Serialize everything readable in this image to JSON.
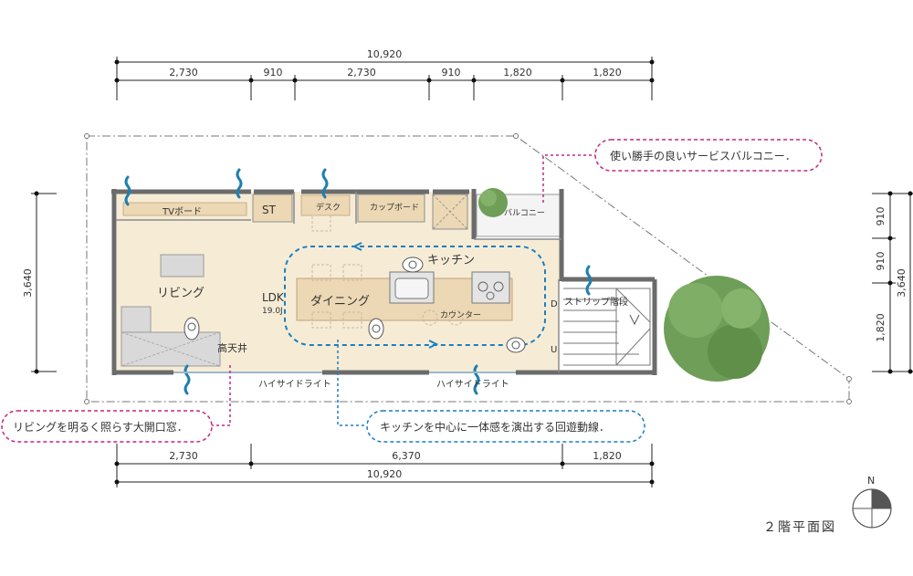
{
  "dimensions": {
    "top_total": "10,920",
    "top_segments": [
      "2,730",
      "910",
      "2,730",
      "910",
      "1,820",
      "1,820"
    ],
    "bottom_segments": [
      "2,730",
      "6,370",
      "1,820"
    ],
    "bottom_total": "10,920",
    "left_total": "3,640",
    "right_segments": [
      "910",
      "910",
      "1,820"
    ],
    "right_total": "3,640"
  },
  "rooms": {
    "tv_board": "TVボード",
    "st": "ST",
    "desk": "デスク",
    "cupboard": "カップボード",
    "balcony": "バルコニー",
    "kitchen": "キッチン",
    "ldk": "LDK",
    "ldk_area": "19.0J",
    "living": "リビング",
    "dining": "ダイニング",
    "counter": "カウンター",
    "stairs": "ストリップ階段",
    "stair_down": "D",
    "stair_up": "U",
    "void": "高天井",
    "highside_1": "ハイサイドライト",
    "highside_2": "ハイサイドライト"
  },
  "callouts": {
    "balcony_note": "使い勝手の良いサービスバルコニー．",
    "living_note": "リビングを明るく照らす大開口窓．",
    "kitchen_note": "キッチンを中心に一体感を演出する回遊動線．"
  },
  "compass": {
    "north": "N"
  },
  "title": "２階平面図",
  "colors": {
    "floor": "#f6ecd6",
    "wood": "#ecd8b4",
    "wall": "#6b6b6b",
    "window": "#1f7fb0",
    "callout_magenta": "#c2287f",
    "callout_blue": "#1a7fc1",
    "tree": "#6e9e57"
  }
}
